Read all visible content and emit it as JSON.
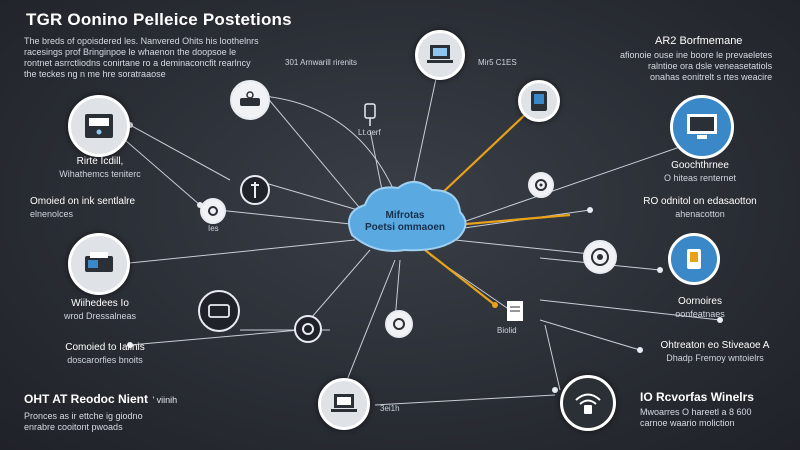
{
  "title": "TGR Oonino Pelleice Postetions",
  "top_left_text": [
    "The breds of opoisdered les. Nanvered Ohits his loothelnrs",
    "racesings prof Bringinpoe le whaenon the doopsoe le",
    "rontnet asrrctliodns conirtane ro a deminaconcfit rearlncy",
    "the teckes ng n me hre soratraaose"
  ],
  "center_cloud": {
    "line1": "Mifrotas",
    "line2": "Poetsi ommaoen"
  },
  "top_center_caption": "301 Arnwarill rirenits",
  "top_right_caption": "Mir5 C1ES",
  "label_top_mid_right": "AR2 Borfmemane",
  "right_top_text": [
    "afionoie ouse ine boore le prevaeletes",
    "ralntioe ora dsle veneasetatiols",
    "onahas eonitrelt s rtes weacire"
  ],
  "left_group1": {
    "l1": "Rirte Icdill,",
    "l2": "Wihathemcs teniterc"
  },
  "left_group2": {
    "l1": "Omoied on ink sentlalre",
    "l2": "elnenolces"
  },
  "left_group3": {
    "l1": "Wiihedees Io",
    "l2": "wrod Dressalneas"
  },
  "left_group4": {
    "l1": "Comoied to Iaiinis",
    "l2": "doscarorfies bnoits"
  },
  "bottom_left": {
    "title": "OHT AT Reodoc Nient",
    "title_suffix": "' viinih",
    "l1": "Pronces as ir ettche ig giodno",
    "l2": "enrabre cooitont pwoads"
  },
  "right_group1": {
    "l1": "Goochthrnee",
    "l2": "O hiteas renternet"
  },
  "right_group2": {
    "l1": "RO odnitol on edasaotton",
    "l2": "ahenacotton"
  },
  "right_group3": {
    "l1": "Oornoires",
    "l2": "oonfeatnaes"
  },
  "right_group4": {
    "l1": "Ohtreaton eo Stiveaoe A",
    "l2": "Dhadp Fremoy wntoielrs"
  },
  "bottom_right": {
    "title": "IO Rcvorfas Winelrs",
    "l1": "Mwoarres O hareetl a 8 600",
    "l2": "carnoe waario moliction"
  },
  "node_caption_2": "Lt.oerf",
  "node_caption_3": "Ies",
  "node_caption_4": "Biolid",
  "node_caption_5": "3ei1h",
  "colors": {
    "accent_line": "#e8a21a",
    "node_blue": "#3a88c8",
    "cloud": "#5aa9e0"
  },
  "icons": [
    "server-icon",
    "laptop-icon",
    "monitor-icon",
    "router-icon",
    "wifi-lock-icon",
    "plug-icon",
    "mobile-icon",
    "printer-icon",
    "gear-icon"
  ]
}
